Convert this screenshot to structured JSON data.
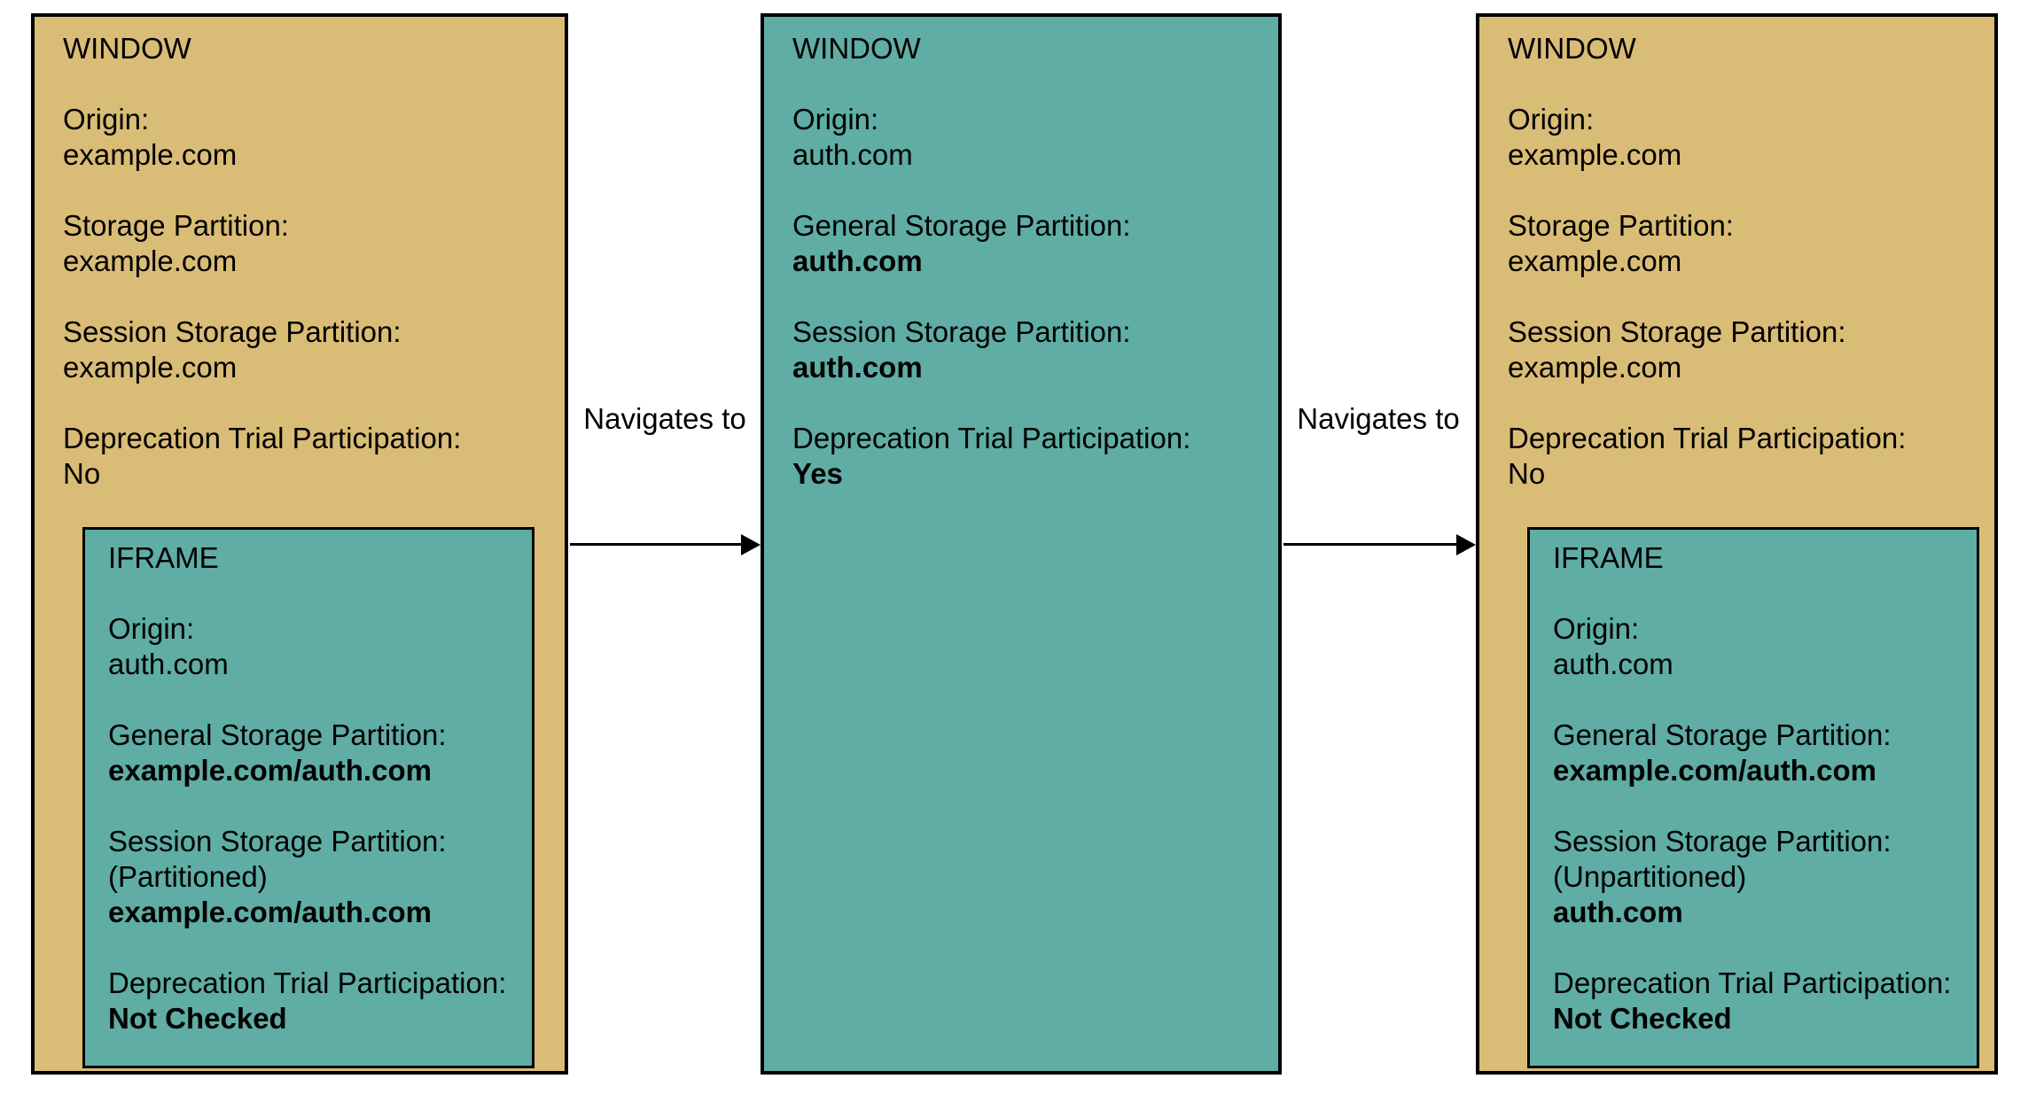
{
  "colors": {
    "canvas_bg": "#FFFFFF",
    "window_bg": "#D9BC76",
    "nested_bg": "#5FADA4",
    "border": "#000000",
    "text": "#000000"
  },
  "arrows": [
    {
      "label": "Navigates to"
    },
    {
      "label": "Navigates to"
    }
  ],
  "windows": [
    {
      "title": "WINDOW",
      "fields": [
        {
          "label": "Origin:",
          "lines": [
            {
              "text": "example.com",
              "bold": false
            }
          ]
        },
        {
          "label": "Storage Partition:",
          "lines": [
            {
              "text": "example.com",
              "bold": false
            }
          ]
        },
        {
          "label": "Session Storage Partition:",
          "lines": [
            {
              "text": "example.com",
              "bold": false
            }
          ]
        },
        {
          "label": "Deprecation Trial Participation:",
          "lines": [
            {
              "text": "No",
              "bold": false
            }
          ]
        }
      ],
      "iframe": {
        "title": "IFRAME",
        "fields": [
          {
            "label": "Origin:",
            "lines": [
              {
                "text": "auth.com",
                "bold": false
              }
            ]
          },
          {
            "label": "General Storage Partition:",
            "lines": [
              {
                "text": "example.com/auth.com",
                "bold": true
              }
            ]
          },
          {
            "label": "Session Storage Partition:",
            "lines": [
              {
                "text": "(Partitioned)",
                "bold": false
              },
              {
                "text": "example.com/auth.com",
                "bold": true
              }
            ]
          },
          {
            "label": "Deprecation Trial Participation:",
            "lines": [
              {
                "text": "Not Checked",
                "bold": true
              }
            ]
          }
        ]
      }
    },
    {
      "title": "WINDOW",
      "fields": [
        {
          "label": "Origin:",
          "lines": [
            {
              "text": "auth.com",
              "bold": false
            }
          ]
        },
        {
          "label": "General Storage Partition:",
          "lines": [
            {
              "text": "auth.com",
              "bold": true
            }
          ]
        },
        {
          "label": "Session Storage Partition:",
          "lines": [
            {
              "text": "auth.com",
              "bold": true
            }
          ]
        },
        {
          "label": "Deprecation Trial Participation:",
          "lines": [
            {
              "text": "Yes",
              "bold": true
            }
          ]
        }
      ]
    },
    {
      "title": "WINDOW",
      "fields": [
        {
          "label": "Origin:",
          "lines": [
            {
              "text": "example.com",
              "bold": false
            }
          ]
        },
        {
          "label": "Storage Partition:",
          "lines": [
            {
              "text": "example.com",
              "bold": false
            }
          ]
        },
        {
          "label": "Session Storage Partition:",
          "lines": [
            {
              "text": "example.com",
              "bold": false
            }
          ]
        },
        {
          "label": "Deprecation Trial Participation:",
          "lines": [
            {
              "text": "No",
              "bold": false
            }
          ]
        }
      ],
      "iframe": {
        "title": "IFRAME",
        "fields": [
          {
            "label": "Origin:",
            "lines": [
              {
                "text": "auth.com",
                "bold": false
              }
            ]
          },
          {
            "label": "General Storage Partition:",
            "lines": [
              {
                "text": "example.com/auth.com",
                "bold": true
              }
            ]
          },
          {
            "label": "Session Storage Partition:",
            "lines": [
              {
                "text": "(Unpartitioned)",
                "bold": false
              },
              {
                "text": "auth.com",
                "bold": true
              }
            ]
          },
          {
            "label": "Deprecation Trial Participation:",
            "lines": [
              {
                "text": "Not Checked",
                "bold": true
              }
            ]
          }
        ]
      }
    }
  ]
}
